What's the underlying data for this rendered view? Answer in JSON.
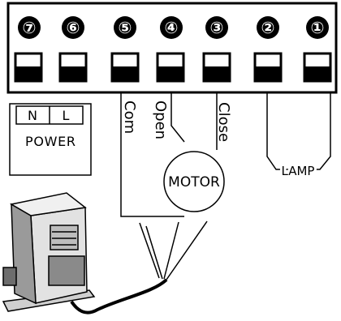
{
  "terminals": [
    {
      "number": "⑦"
    },
    {
      "number": "⑥"
    },
    {
      "number": "⑤"
    },
    {
      "number": "④"
    },
    {
      "number": "③"
    },
    {
      "number": "②"
    },
    {
      "number": "①"
    }
  ],
  "power": {
    "title": "POWER",
    "n_label": "N",
    "l_label": "L"
  },
  "wires": {
    "com": "Com",
    "open": "Open",
    "close": "Close",
    "lamp": "LAMP"
  },
  "motor_label": "MOTOR"
}
